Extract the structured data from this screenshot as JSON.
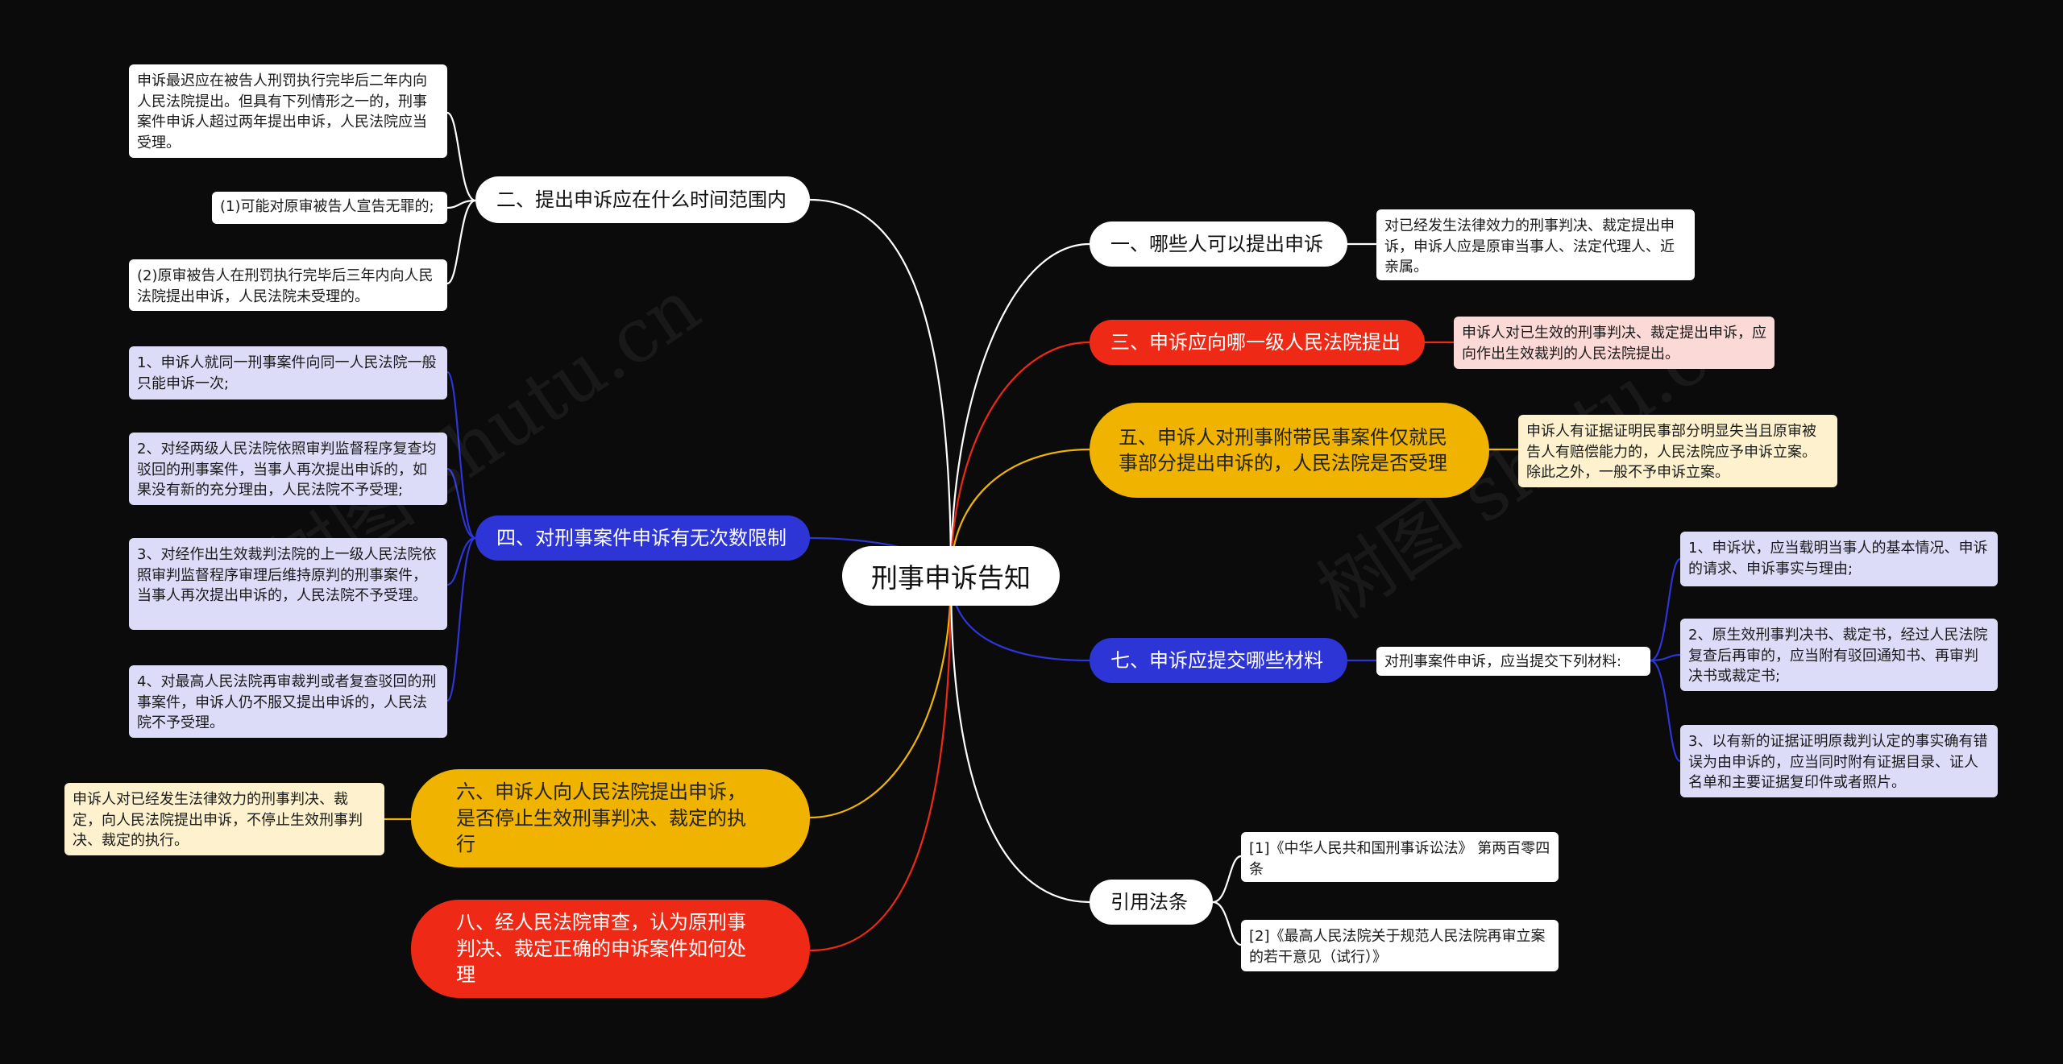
{
  "root": "刑事申诉告知",
  "branches": {
    "b1": "一、哪些人可以提出申诉",
    "b2": "二、提出申诉应在什么时间范围内",
    "b3": "三、申诉应向哪一级人民法院提出",
    "b4": "四、对刑事案件申诉有无次数限制",
    "b5": "五、申诉人对刑事附带民事案件仅就民事部分提出申诉的，人民法院是否受理",
    "b6": "六、申诉人向人民法院提出申诉，是否停止生效刑事判决、裁定的执行",
    "b7": "七、申诉应提交哪些材料",
    "b8": "八、经人民法院审查，认为原刑事判决、裁定正确的申诉案件如何处理",
    "b9": "引用法条"
  },
  "leaves": {
    "b1_1": "对已经发生法律效力的刑事判决、裁定提出申诉，申诉人应是原审当事人、法定代理人、近亲属。",
    "b2_1": "申诉最迟应在被告人刑罚执行完毕后二年内向人民法院提出。但具有下列情形之一的，刑事案件申诉人超过两年提出申诉，人民法院应当受理。",
    "b2_2": "(1)可能对原审被告人宣告无罪的;",
    "b2_3": "(2)原审被告人在刑罚执行完毕后三年内向人民法院提出申诉，人民法院未受理的。",
    "b3_1": "申诉人对已生效的刑事判决、裁定提出申诉，应向作出生效裁判的人民法院提出。",
    "b4_1": "1、申诉人就同一刑事案件向同一人民法院一般只能申诉一次;",
    "b4_2": "2、对经两级人民法院依照审判监督程序复查均驳回的刑事案件，当事人再次提出申诉的，如果没有新的充分理由，人民法院不予受理;",
    "b4_3": "3、对经作出生效裁判法院的上一级人民法院依照审判监督程序审理后维持原判的刑事案件，当事人再次提出申诉的，人民法院不予受理。",
    "b4_4": "4、对最高人民法院再审裁判或者复查驳回的刑事案件，申诉人仍不服又提出申诉的，人民法院不予受理。",
    "b5_1": "申诉人有证据证明民事部分明显失当且原审被告人有赔偿能力的，人民法院应予申诉立案。除此之外，一般不予申诉立案。",
    "b6_1": "申诉人对已经发生法律效力的刑事判决、裁定，向人民法院提出申诉，不停止生效刑事判决、裁定的执行。",
    "b7_1": "对刑事案件申诉，应当提交下列材料:",
    "b7_1_1": "1、申诉状，应当载明当事人的基本情况、申诉的请求、申诉事实与理由;",
    "b7_1_2": "2、原生效刑事判决书、裁定书，经过人民法院复查后再审的，应当附有驳回通知书、再审判决书或裁定书;",
    "b7_1_3": "3、以有新的证据证明原裁判认定的事实确有错误为由申诉的，应当同时附有证据目录、证人名单和主要证据复印件或者照片。",
    "b9_1": "[1]《中华人民共和国刑事诉讼法》 第两百零四条",
    "b9_2": "[2]《最高人民法院关于规范人民法院再审立案的若干意见（试行）》"
  },
  "watermark": [
    "树图 shutu.cn",
    "树图 shutu.cn"
  ],
  "colors": {
    "background": "#0b0b0b",
    "white_branch": "#ffffff",
    "red_branch": "#ee2a16",
    "yellow_branch": "#f0b400",
    "blue_branch": "#2d35d6"
  }
}
